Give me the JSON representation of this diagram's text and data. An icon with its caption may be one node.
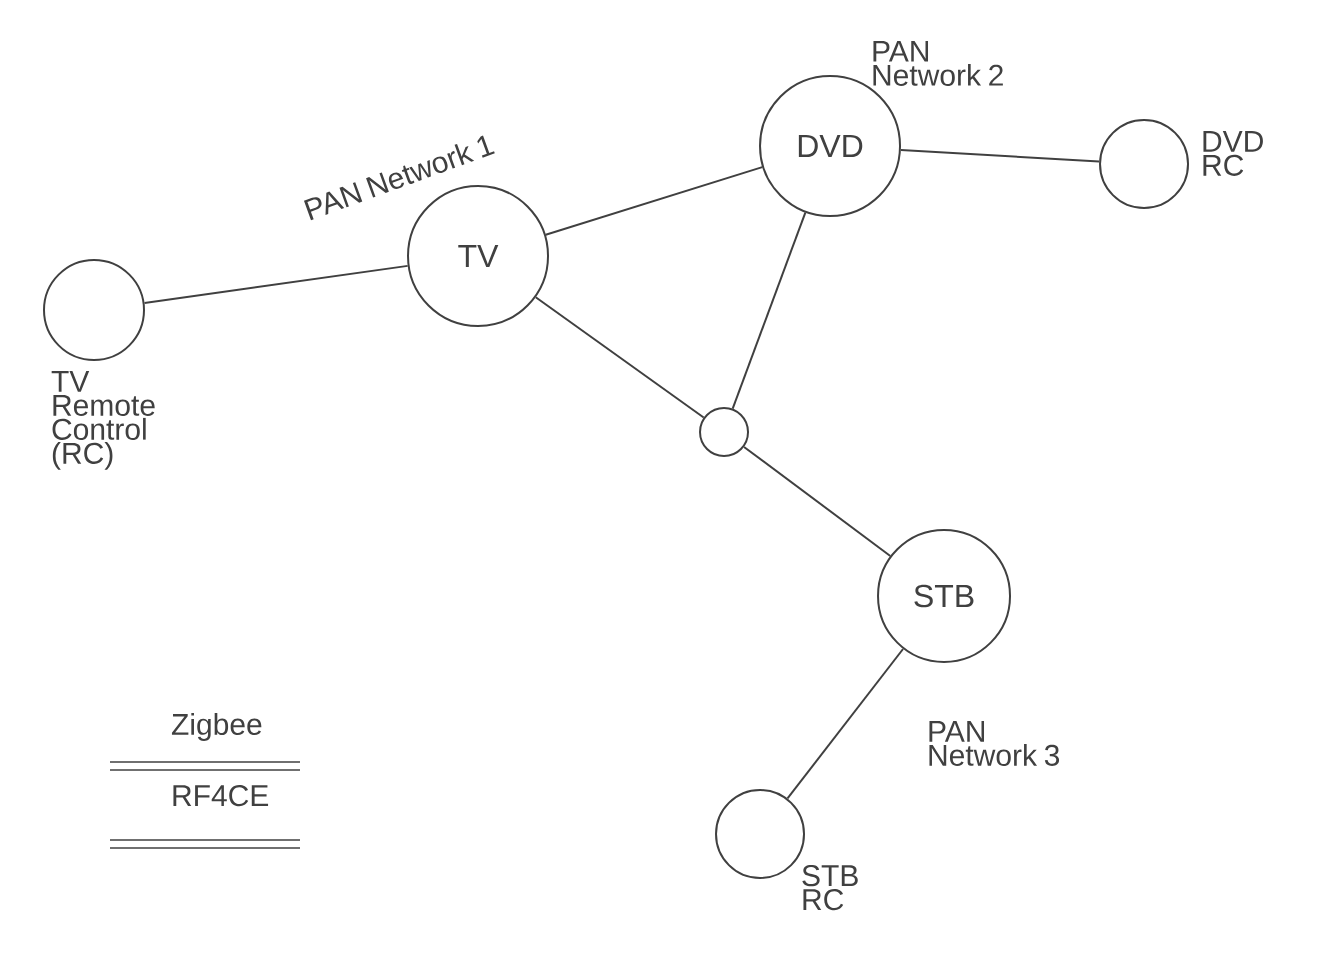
{
  "diagram": {
    "nodes": [
      {
        "text": [],
        "shape": "circle",
        "beside": [
          "TV Remote Control (RC)"
        ]
      },
      {
        "text": [
          "TV"
        ]
      },
      {
        "text": [
          "DVD"
        ]
      },
      {
        "text": [],
        "shape": "circle",
        "beside": [
          "DVD RC"
        ]
      },
      {
        "text": [],
        "shape": "circle"
      },
      {
        "text": [
          "STB"
        ]
      },
      {
        "text": [],
        "shape": "circle",
        "beside": [
          "STB RC"
        ]
      }
    ],
    "edges": [
      {
        "from": 0,
        "to": 1,
        "arrow": "none"
      },
      {
        "from": 1,
        "to": 2,
        "arrow": "none"
      },
      {
        "from": 2,
        "to": 3,
        "arrow": "none"
      },
      {
        "from": 1,
        "to": 4,
        "arrow": "none"
      },
      {
        "from": 2,
        "to": 4,
        "arrow": "none"
      },
      {
        "from": 4,
        "to": 5,
        "arrow": "none"
      },
      {
        "from": 5,
        "to": 6,
        "arrow": "none"
      }
    ],
    "labels": [
      "PAN Network 1",
      "PAN Network 2",
      "PAN Network 3",
      "Zigbee",
      "RF4CE"
    ]
  }
}
